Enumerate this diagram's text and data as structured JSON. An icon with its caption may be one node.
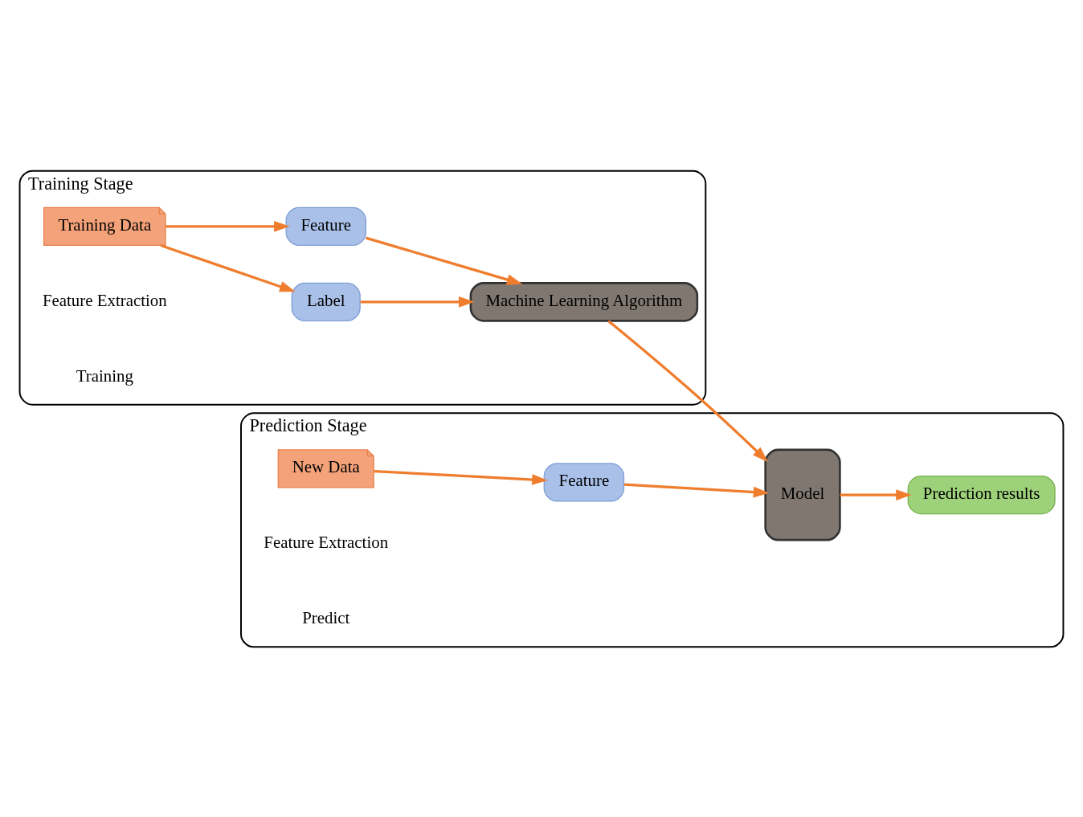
{
  "diagram": {
    "nodes": [
      {
        "text": [
          "Training Stage"
        ]
      },
      {
        "text": [
          "Training Data"
        ],
        "in": 0
      },
      {
        "text": [
          "Label"
        ],
        "in": 0
      },
      {
        "text": [
          "Feature"
        ],
        "in": 0
      },
      {
        "text": [
          "Machine Learning Algorithm"
        ],
        "in": 0
      },
      {
        "text": [
          "Prediction Stage"
        ]
      },
      {
        "text": [
          "New Data"
        ],
        "in": 5
      },
      {
        "text": [
          "Feature"
        ],
        "in": 5
      },
      {
        "text": [
          "Model"
        ],
        "in": 5
      },
      {
        "text": [
          "Prediction results"
        ],
        "in": 5
      }
    ],
    "edges": [
      {
        "from": 1,
        "to": 2,
        "arrow": "to"
      },
      {
        "from": 1,
        "to": 3,
        "arrow": "to"
      },
      {
        "from": 2,
        "to": 4,
        "arrow": "to"
      },
      {
        "from": 3,
        "to": 4,
        "arrow": "to"
      },
      {
        "from": 4,
        "to": 8,
        "arrow": "to"
      },
      {
        "from": 6,
        "to": 7,
        "arrow": "to"
      },
      {
        "from": 7,
        "to": 8,
        "arrow": "to"
      },
      {
        "from": 8,
        "to": 9,
        "arrow": "to"
      }
    ],
    "labels": [
      "Feature Extraction",
      "Training",
      "Feature Extraction",
      "Predict"
    ]
  }
}
